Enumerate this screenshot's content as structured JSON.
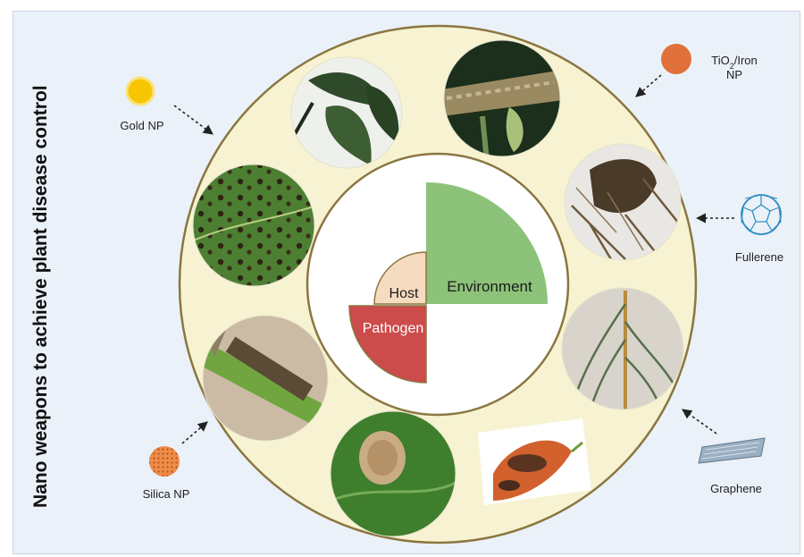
{
  "title": "Nano weapons to achieve plant disease control",
  "triangle": {
    "environment": "Environment",
    "host": "Host",
    "pathogen": "Pathogen"
  },
  "nanoparticles": {
    "gold": "Gold NP",
    "tio2_line1_base": "TiO",
    "tio2_line1_sub": "2",
    "tio2_line1_rest": "/Iron",
    "tio2_line2": "NP",
    "fullerene": "Fullerene",
    "graphene": "Graphene",
    "silica": "Silica NP"
  },
  "colors": {
    "ring": "#f7f3d2",
    "ring_border": "#8b7641",
    "environment": "#8cc279",
    "host": "#f5dcc0",
    "pathogen": "#cc4b4b",
    "gold": "#f7c600",
    "tio2": "#e2703b",
    "silica": "#ee8c48",
    "fullerene": "#2d8fc4",
    "graphene": "#7d96ac"
  }
}
